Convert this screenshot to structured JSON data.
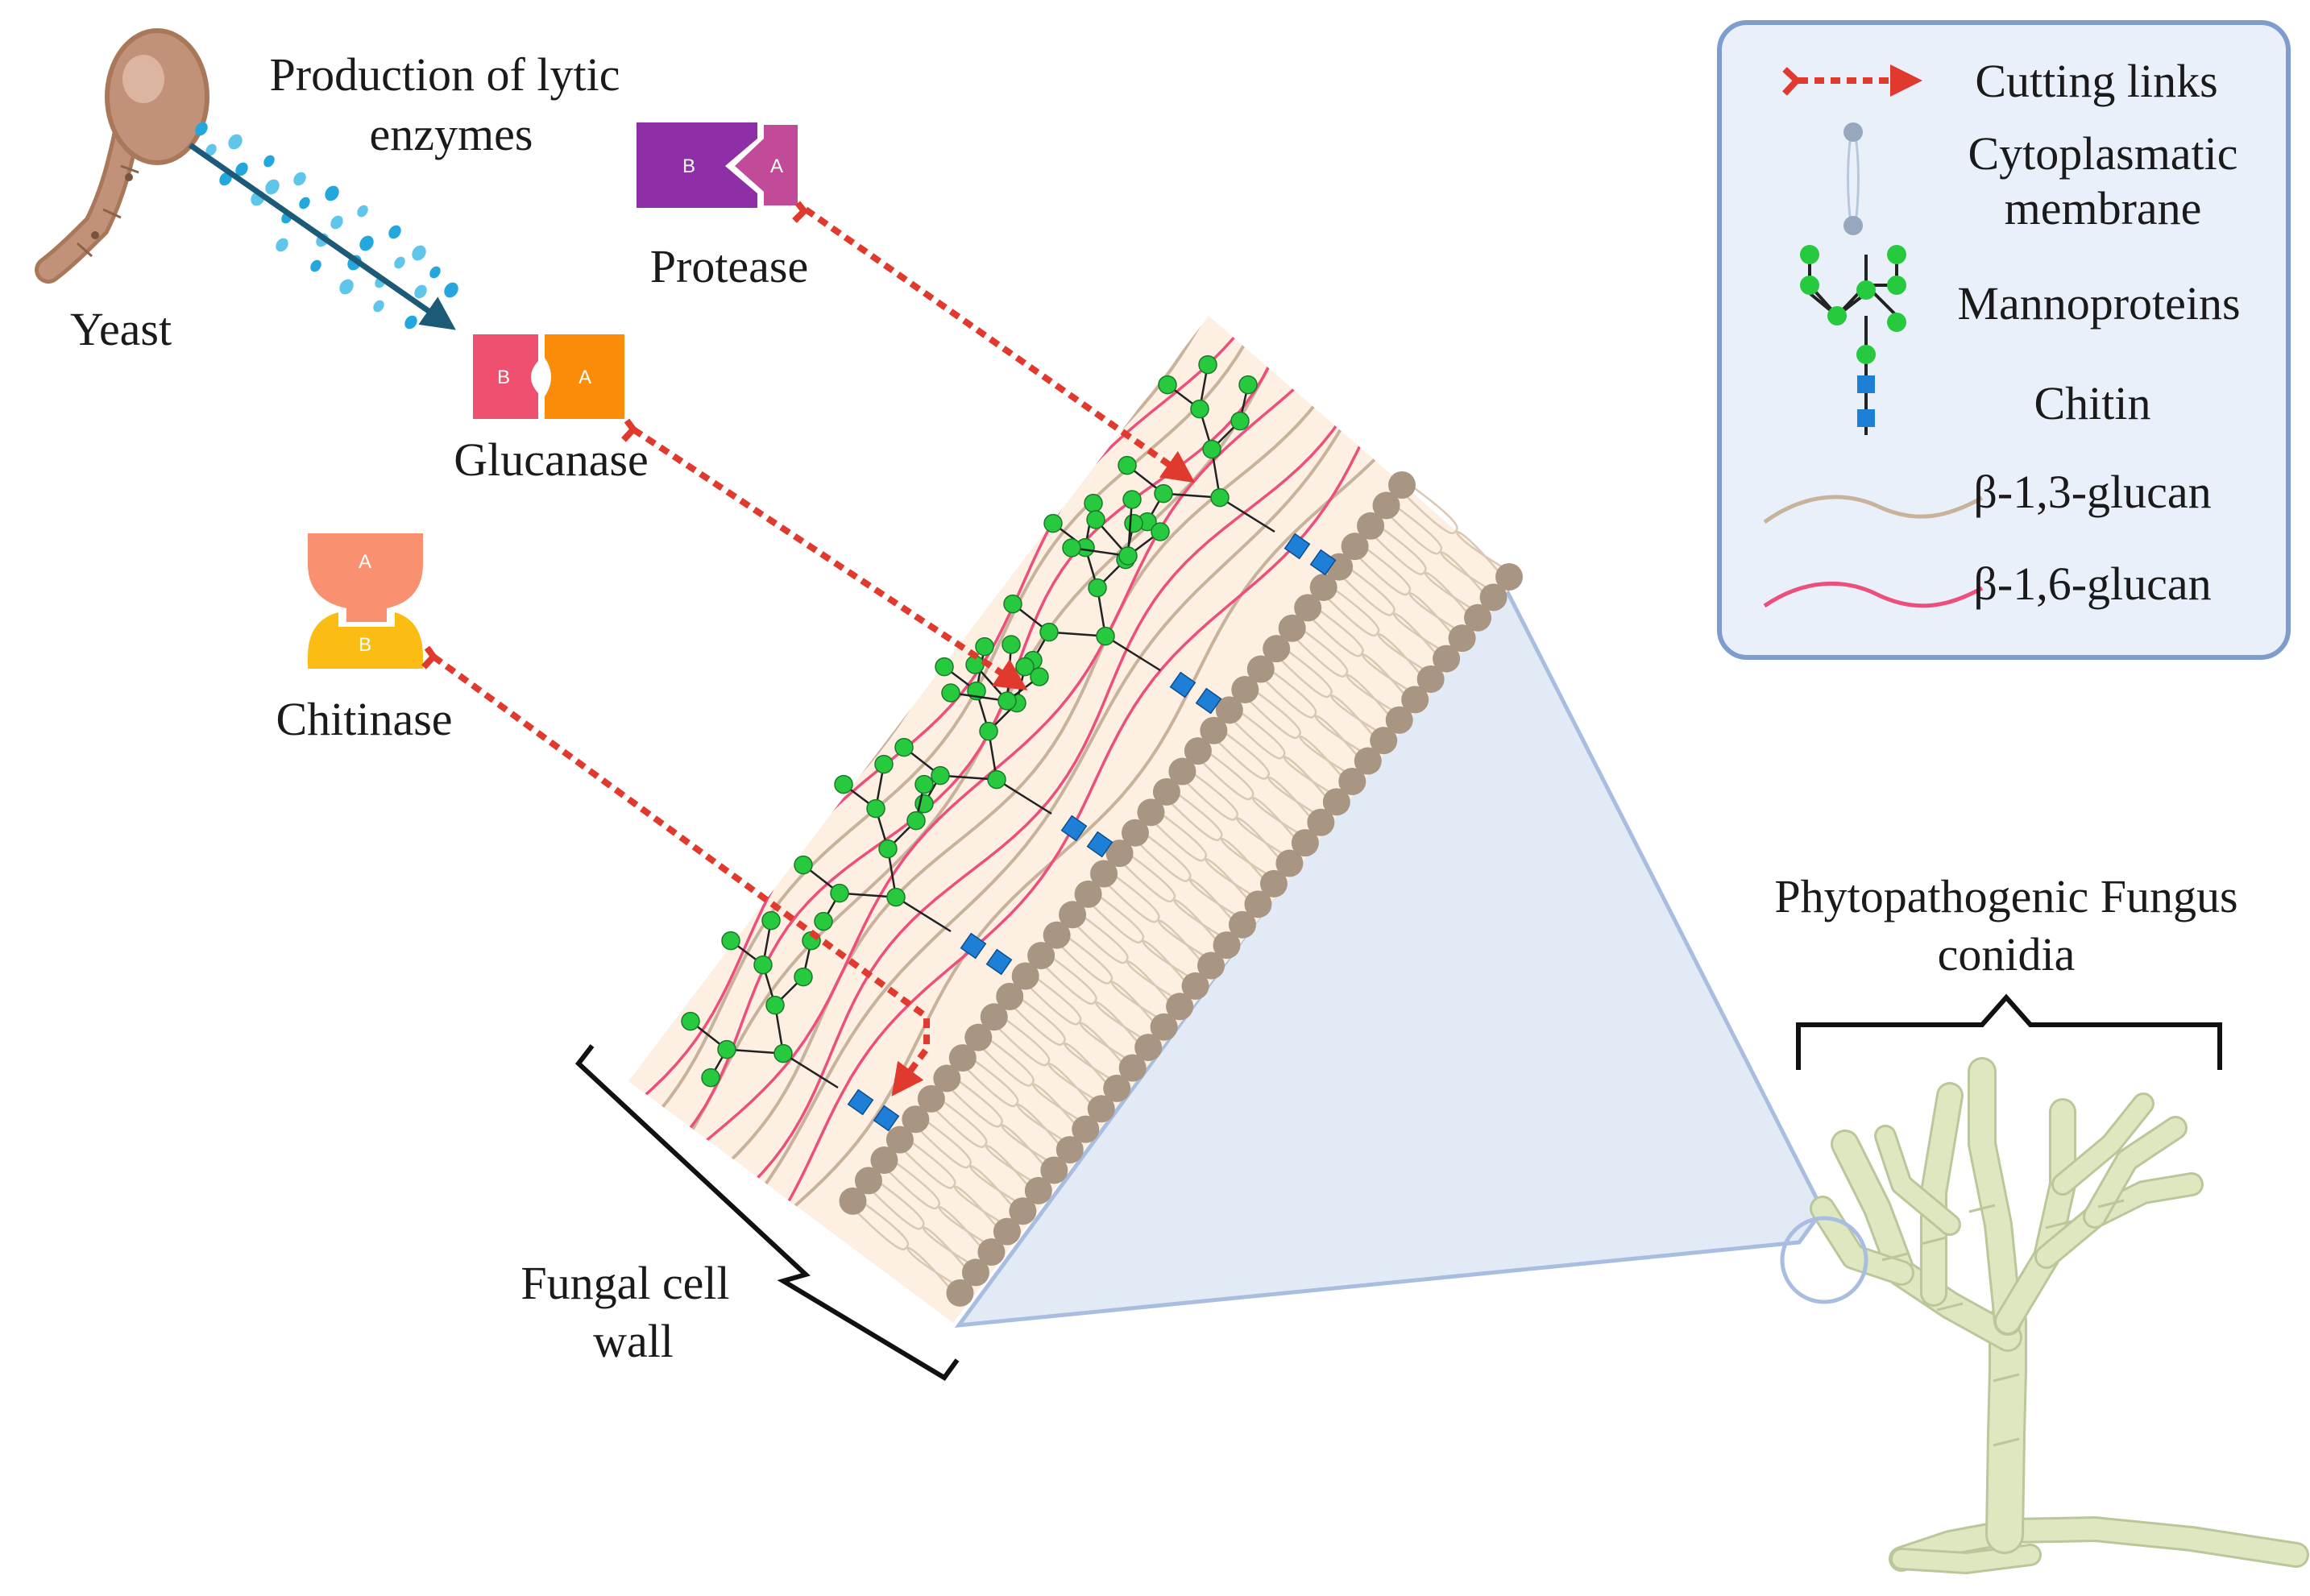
{
  "labels": {
    "yeast": "Yeast",
    "production_line1": "Production of lytic",
    "production_line2": "enzymes",
    "protease": "Protease",
    "glucanase": "Glucanase",
    "chitinase": "Chitinase",
    "fungal_line1": "Fungal cell",
    "fungal_line2": "wall",
    "fungus_line1": "Phytopathogenic Fungus",
    "fungus_line2": "conidia"
  },
  "enzyme_parts": {
    "a": "A",
    "b": "B"
  },
  "legend": {
    "cutting": "Cutting links",
    "membrane_line1": "Cytoplasmatic",
    "membrane_line2": "membrane",
    "mannoproteins": "Mannoproteins",
    "chitin": "Chitin",
    "beta13": "β-1,3-glucan",
    "beta16": "β-1,6-glucan"
  },
  "colors": {
    "cut_red": "#e03a2e",
    "mannose_green": "#27c93f",
    "chitin_blue": "#1e7fd6",
    "lipid_head": "#a89682",
    "wall_bg": "#fdf0e2",
    "beta13": "#c9b29c",
    "beta16": "#ec4f7c",
    "legend_bg": "#eaf0fa",
    "legend_border": "#7e9ccc",
    "fungus": "#dfe7c1",
    "protease_b": "#8e2fa8",
    "protease_a": "#c14b99",
    "glucanase_b": "#f05070",
    "glucanase_a": "#fa8c0a",
    "chitinase_a": "#f99070",
    "chitinase_b": "#fbbc13"
  }
}
